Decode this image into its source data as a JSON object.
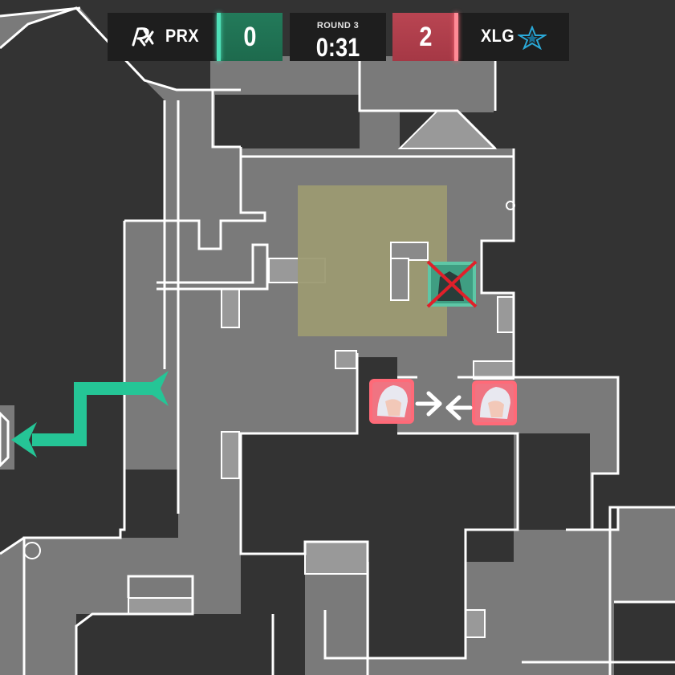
{
  "scoreboard": {
    "left_team": {
      "name": "PRX",
      "score": "0",
      "color": "#4fe0b8"
    },
    "right_team": {
      "name": "XLG",
      "score": "2",
      "color": "#ff6a78"
    },
    "round_label": "ROUND 3",
    "timer": "0:31"
  },
  "map": {
    "floor_color": "#7a7a7a",
    "wall_color": "#ffffff",
    "void_color": "#333333",
    "site_zone_color": "#9c9a72"
  },
  "markers": {
    "eliminated_agent": {
      "team_color": "#4fe0b8",
      "cross_color": "#e0202a"
    },
    "enemy_agents": [
      {
        "icon": "agent-portrait",
        "team_color": "#ff6a78"
      },
      {
        "icon": "agent-portrait",
        "team_color": "#ff6a78"
      }
    ],
    "movement_arrow": {
      "color": "#25c596",
      "direction": "west"
    },
    "facing_arrows": [
      "arrow-right",
      "arrow-left"
    ]
  }
}
